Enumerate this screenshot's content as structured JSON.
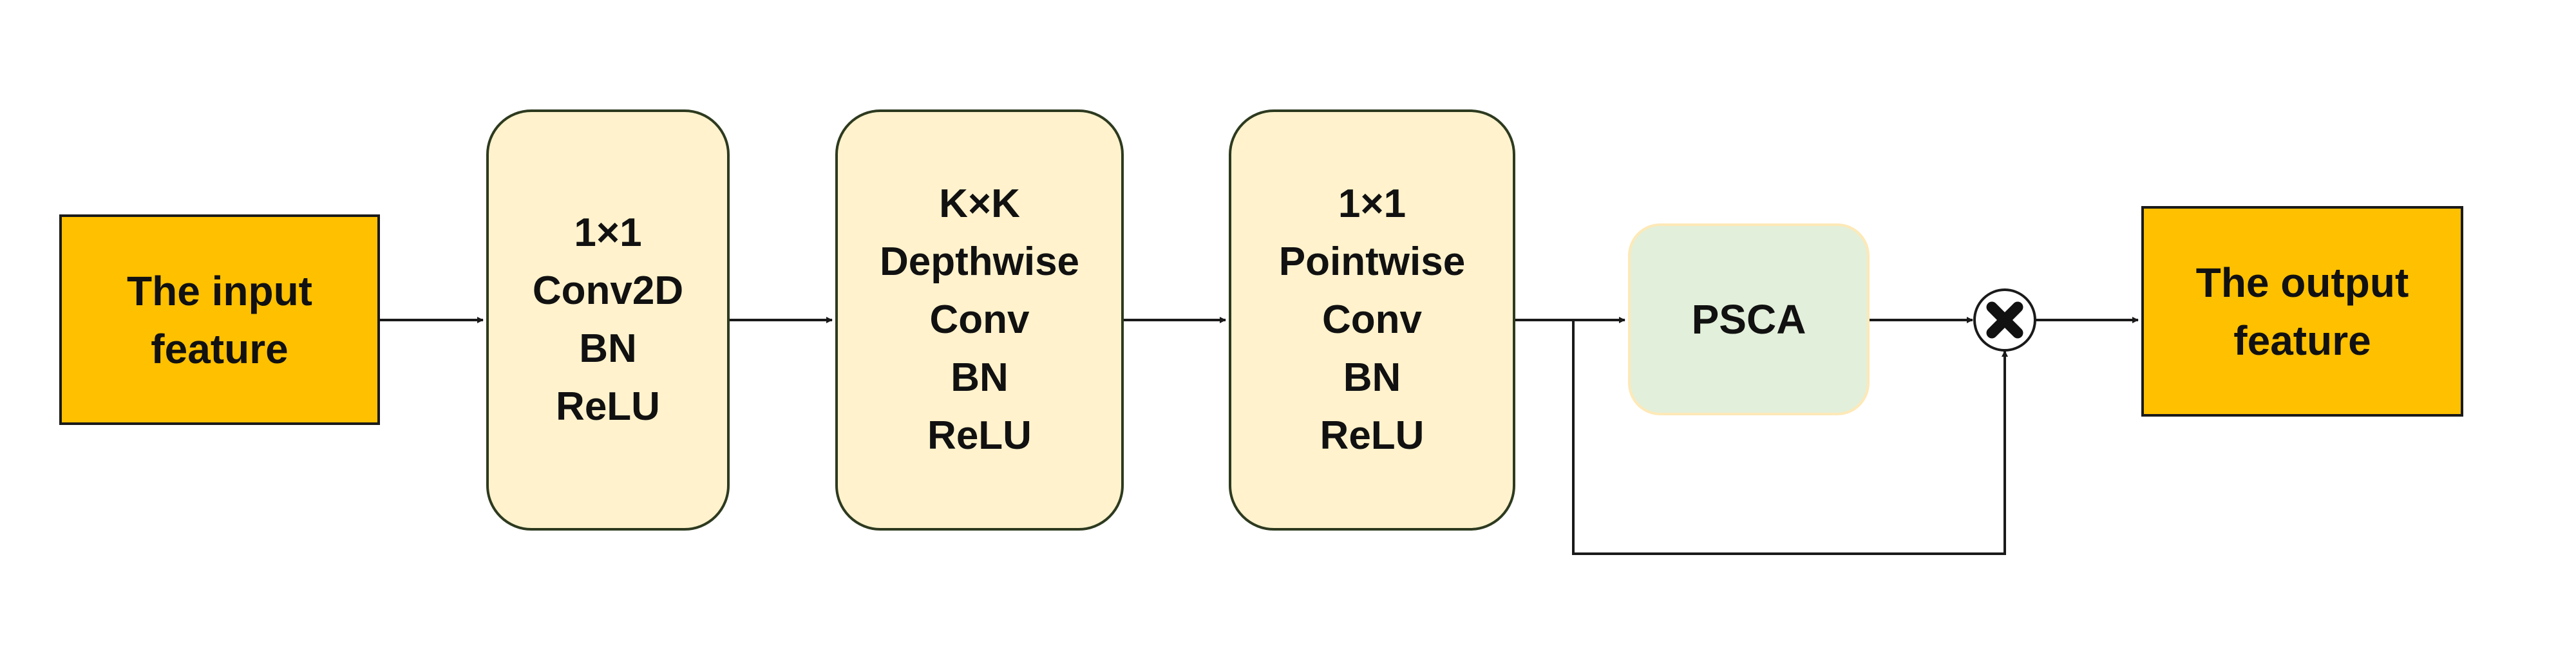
{
  "colors": {
    "io_fill": "#FFC000",
    "layer_fill": "#FFF2CC",
    "psca_fill": "#E2EFDA",
    "line": "#1A1A1A"
  },
  "input": {
    "lines": [
      "The input",
      "feature"
    ]
  },
  "conv1x1": {
    "lines": [
      "1×1",
      "Conv2D",
      "BN",
      "ReLU"
    ]
  },
  "depthwise": {
    "lines": [
      "K×K",
      "Depthwise",
      "Conv",
      "BN",
      "ReLU"
    ]
  },
  "pointwise": {
    "lines": [
      "1×1",
      "Pointwise",
      "Conv",
      "BN",
      "ReLU"
    ]
  },
  "psca": {
    "label": "PSCA"
  },
  "multiply": {
    "icon": "multiply-icon"
  },
  "output": {
    "lines": [
      "The output",
      "feature"
    ]
  }
}
